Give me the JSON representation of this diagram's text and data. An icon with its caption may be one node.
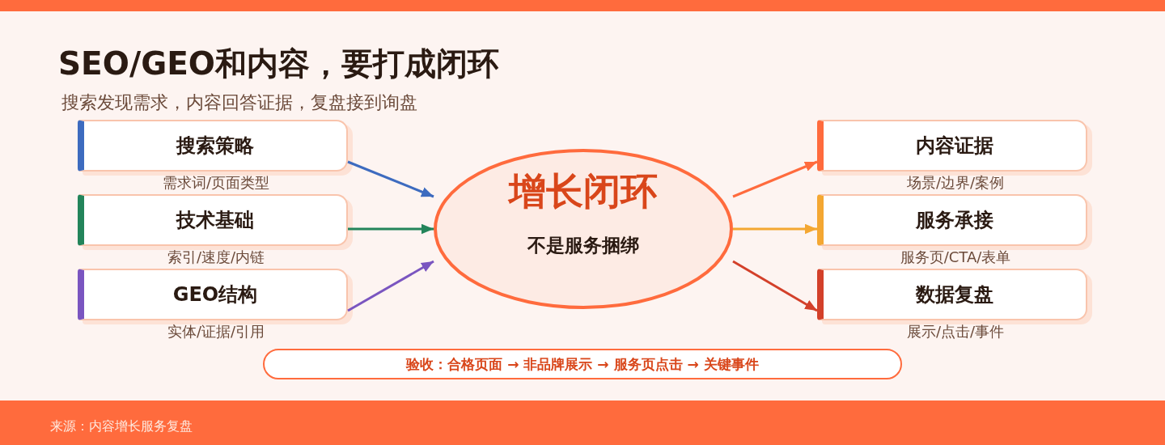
{
  "diagram": {
    "title": "SEO/GEO和内容，要打成闭环",
    "nodes": [
      {
        "text": [
          "搜索策略"
        ],
        "beside": [
          "需求词/页面类型"
        ]
      },
      {
        "text": [
          "技术基础"
        ],
        "beside": [
          "索引/速度/内链"
        ]
      },
      {
        "text": [
          "GEO结构"
        ],
        "beside": [
          "实体/证据/引用"
        ]
      },
      {
        "text": [
          "增长闭环",
          "不是服务捆绑"
        ]
      },
      {
        "text": [
          "内容证据"
        ],
        "beside": [
          "场景/边界/案例"
        ]
      },
      {
        "text": [
          "服务承接"
        ],
        "beside": [
          "服务页/CTA/表单"
        ]
      },
      {
        "text": [
          "数据复盘"
        ],
        "beside": [
          "展示/点击/事件"
        ]
      },
      {
        "text": [
          "验收：合格页面 → 非品牌展示 → 服务页点击 → 关键事件"
        ]
      }
    ],
    "edges": [
      {
        "from": 0,
        "to": 3,
        "arrow": "to",
        "color": "#3d6bbf"
      },
      {
        "from": 1,
        "to": 3,
        "arrow": "to",
        "color": "#23845a"
      },
      {
        "from": 2,
        "to": 3,
        "arrow": "to",
        "color": "#7a55c0"
      },
      {
        "from": 3,
        "to": 4,
        "arrow": "to",
        "color": "#ff6b3d"
      },
      {
        "from": 3,
        "to": 5,
        "arrow": "to",
        "color": "#f4a732"
      },
      {
        "from": 3,
        "to": 6,
        "arrow": "to",
        "color": "#d3402a"
      }
    ],
    "labels": [
      "搜索发现需求，内容回答证据，复盘接到询盘",
      "来源：内容增长服务复盘"
    ]
  }
}
